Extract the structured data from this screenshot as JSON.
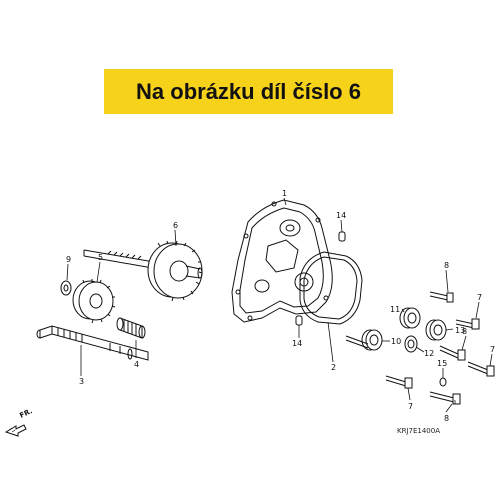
{
  "banner": {
    "text": "Na obrázku díl číslo 6",
    "color": "#f6d21b"
  },
  "diagram": {
    "callouts": {
      "c1": "1",
      "c2": "2",
      "c3": "3",
      "c4": "4",
      "c5": "5",
      "c6": "6",
      "c7a": "7",
      "c7b": "7",
      "c7c": "7",
      "c8a": "8",
      "c8b": "8",
      "c9": "9",
      "c10": "10",
      "c11": "11",
      "c12": "12",
      "c13": "13",
      "c14a": "14",
      "c14b": "14",
      "c15": "15"
    },
    "drawing_code": "KRJ7E1400A",
    "front_marker": "FR."
  }
}
